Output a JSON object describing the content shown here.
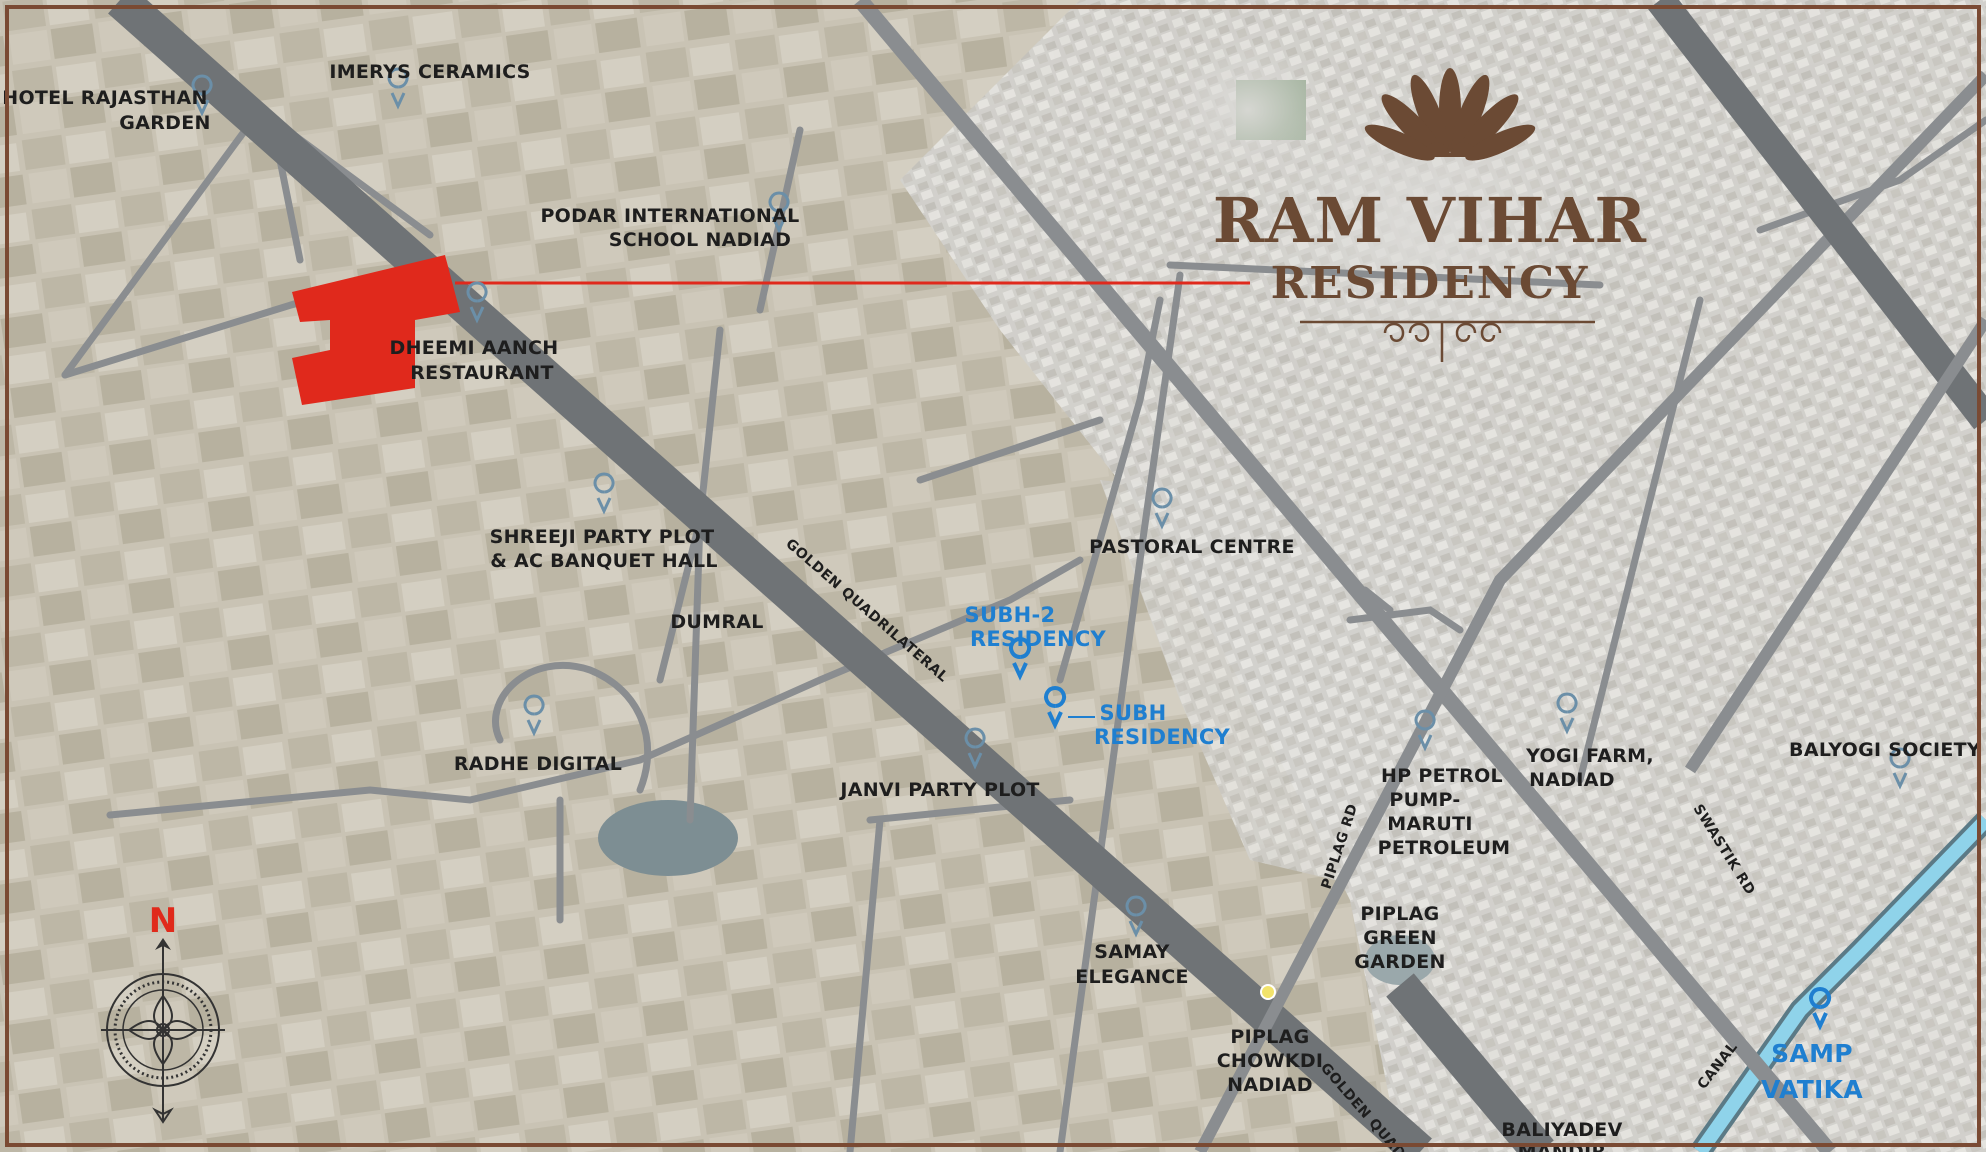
{
  "brand": {
    "line1": "RAM VIHAR",
    "line2": "RESIDENCY",
    "color": "#6b4a34"
  },
  "compass": {
    "north_label": "N",
    "accent": "#e02a1b"
  },
  "roads": {
    "golden_quadrilateral_1": "GOLDEN QUADRILATERAL",
    "golden_quadrilateral_2": "GOLDEN QUADRI",
    "piplag_rd": "PIPLAG RD",
    "swastik_rd": "SWASTIK RD",
    "canal": "CANAL"
  },
  "places": {
    "hotel_rajasthan_1": "HOTEL RAJASTHAN",
    "hotel_rajasthan_2": "GARDEN",
    "imerys": "IMERYS CERAMICS",
    "podar_1": "PODAR INTERNATIONAL",
    "podar_2": "SCHOOL NADIAD",
    "dheemi_1": "DHEEMI AANCH",
    "dheemi_2": "RESTAURANT",
    "shreeji_1": "SHREEJI PARTY PLOT",
    "shreeji_2": "& AC BANQUET HALL",
    "dumral": "DUMRAL",
    "pastoral": "PASTORAL CENTRE",
    "subh2_1": "SUBH-2",
    "subh2_2": "RESIDENCY",
    "subh_1": "SUBH",
    "subh_2": "RESIDENCY",
    "radhe": "RADHE DIGITAL",
    "janvi": "JANVI PARTY PLOT",
    "hp_1": "HP PETROL",
    "hp_2": "PUMP-",
    "hp_3": "MARUTI",
    "hp_4": "PETROLEUM",
    "yogi_1": "YOGI FARM,",
    "yogi_2": "NADIAD",
    "balyogi": "BALYOGI SOCIETY",
    "piplag_green_1": "PIPLAG",
    "piplag_green_2": "GREEN",
    "piplag_green_3": "GARDEN",
    "samay_1": "SAMAY",
    "samay_2": "ELEGANCE",
    "piplag_chowkdi_1": "PIPLAG",
    "piplag_chowkdi_2": "CHOWKDI",
    "piplag_chowkdi_3": "NADIAD",
    "samp_1": "SAMP",
    "samp_2": "VATIKA",
    "baliyadev_1": "BALIYADEV",
    "baliyadev_2": "MANDIR"
  },
  "colors": {
    "site_plot": "#e0291c",
    "highlight_label": "#1f7fd0",
    "road_major": "#6f7376",
    "road_minor": "#8a8d90",
    "canal": "#8fd3ea",
    "frame": "#7a4a33"
  }
}
